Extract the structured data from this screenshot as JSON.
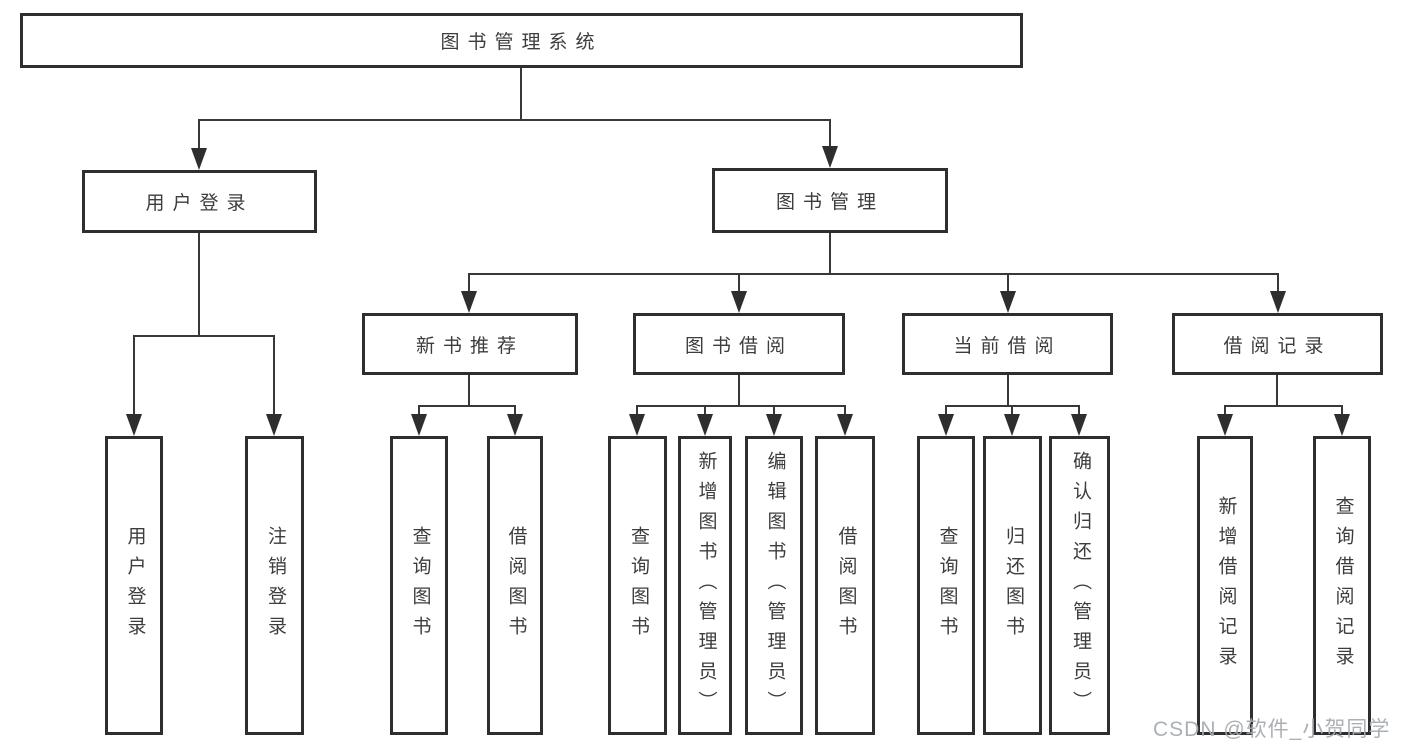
{
  "diagram": {
    "root": {
      "label": "图书管理系统",
      "children": [
        {
          "label": "用户登录",
          "children": [
            {
              "label": "用户登录"
            },
            {
              "label": "注销登录"
            }
          ]
        },
        {
          "label": "图书管理",
          "children": [
            {
              "label": "新书推荐",
              "children": [
                {
                  "label": "查询图书"
                },
                {
                  "label": "借阅图书"
                }
              ]
            },
            {
              "label": "图书借阅",
              "children": [
                {
                  "label": "查询图书"
                },
                {
                  "label": "新增图书（管理员）"
                },
                {
                  "label": "编辑图书（管理员）"
                },
                {
                  "label": "借阅图书"
                }
              ]
            },
            {
              "label": "当前借阅",
              "children": [
                {
                  "label": "查询图书"
                },
                {
                  "label": "归还图书"
                },
                {
                  "label": "确认归还（管理员）"
                }
              ]
            },
            {
              "label": "借阅记录",
              "children": [
                {
                  "label": "新增借阅记录"
                },
                {
                  "label": "查询借阅记录"
                }
              ]
            }
          ]
        }
      ]
    }
  },
  "watermark": {
    "text": "CSDN @软件_小贺同学"
  },
  "colors": {
    "background": "#ffffff",
    "box_border": "#2e2e2e",
    "line": "#383838",
    "text": "#3d3d3d",
    "watermark": "#a8acb0"
  }
}
